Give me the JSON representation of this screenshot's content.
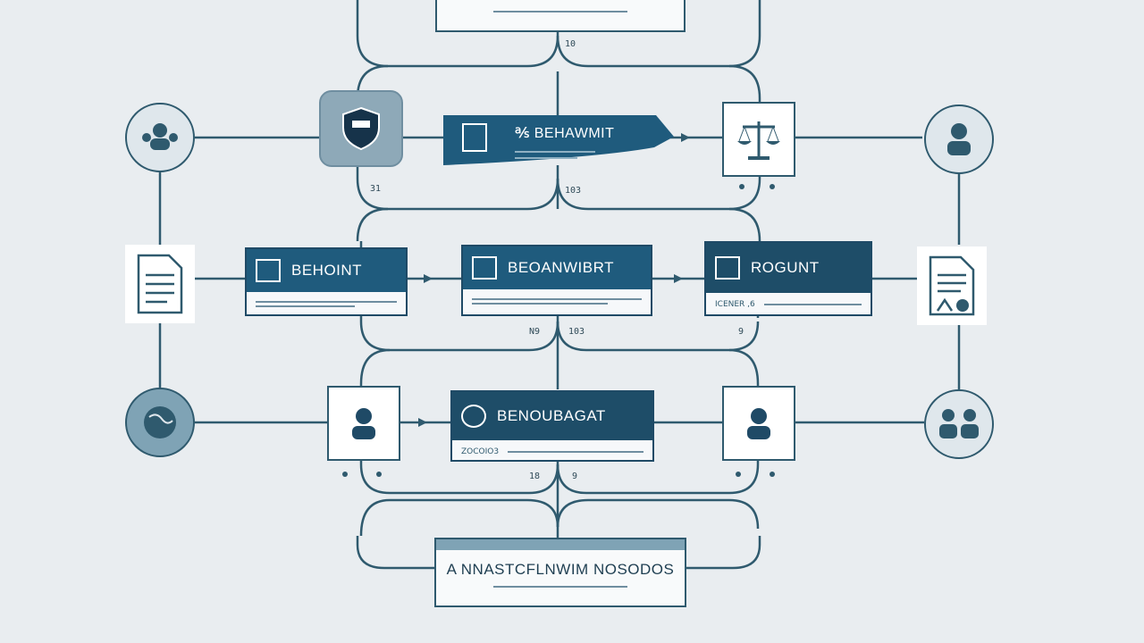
{
  "nodes": {
    "card_row2_left": "BEHOINT",
    "card_row2_mid": "BEOANWIBRT",
    "card_row2_right": "ROGUNT",
    "card_row2_right_sub": "ICENER ,6",
    "card_row3_mid": "BENOUBAGAT",
    "card_row3_mid_sub": "ZOCOIO3",
    "flag_row1": "℁ BEHAWMIT",
    "bottom_box": "A NNASTCFLNWIM NOSODOS"
  },
  "labels": {
    "top_conn": "10",
    "row1_left": "31",
    "row1_mid": "103",
    "row2_left": "N9",
    "row2_mid": "103",
    "row2_right": "9",
    "row3_left": "18",
    "row3_right": "9"
  },
  "colors": {
    "primary": "#1f5b7d",
    "stroke": "#2f5a6e",
    "background": "#e9edf0"
  }
}
